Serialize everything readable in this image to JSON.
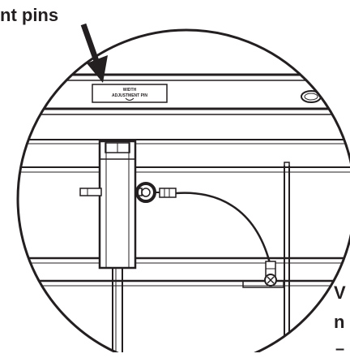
{
  "callouts": {
    "top_left": "nt pins",
    "bottom_right_line1": "V",
    "bottom_right_line2": "n",
    "bottom_right_line3": "–"
  },
  "decal": {
    "line1": "WIDTH",
    "line2": "ADJUSTMENT PIN"
  },
  "colors": {
    "ink": "#231f20",
    "background": "#ffffff"
  }
}
